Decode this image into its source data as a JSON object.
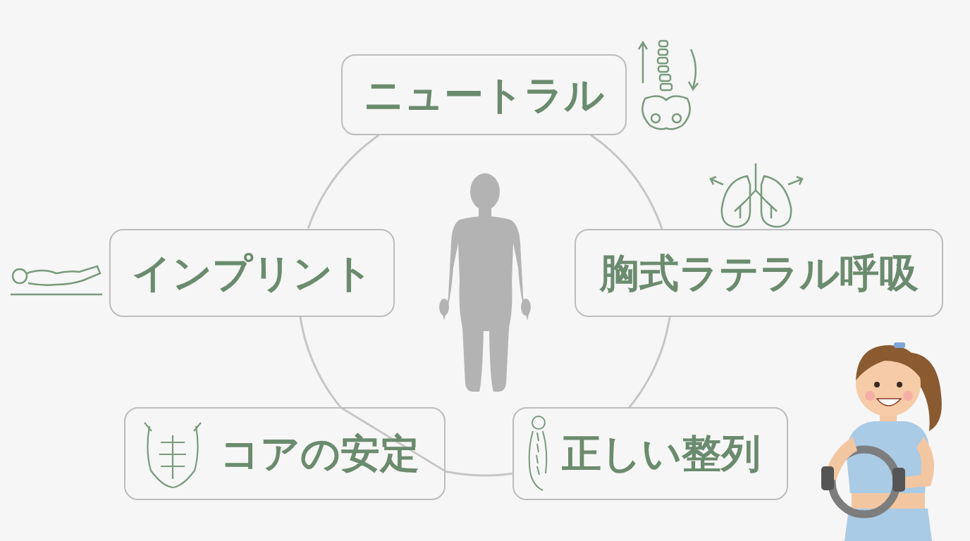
{
  "diagram": {
    "nodes": [
      {
        "text": [
          "ニュートラル"
        ]
      },
      {
        "text": [
          "インプリント"
        ]
      },
      {
        "text": [
          "胸式ラテラル呼吸"
        ]
      },
      {
        "text": [
          "コアの安定"
        ]
      },
      {
        "text": [
          "正しい整列"
        ]
      }
    ],
    "edges": [
      {
        "from": 0,
        "to": 2,
        "arrow": "none"
      },
      {
        "from": 2,
        "to": 4,
        "arrow": "none"
      },
      {
        "from": 4,
        "to": 3,
        "arrow": "none"
      },
      {
        "from": 3,
        "to": 1,
        "arrow": "none"
      },
      {
        "from": 1,
        "to": 0,
        "arrow": "none"
      }
    ]
  }
}
